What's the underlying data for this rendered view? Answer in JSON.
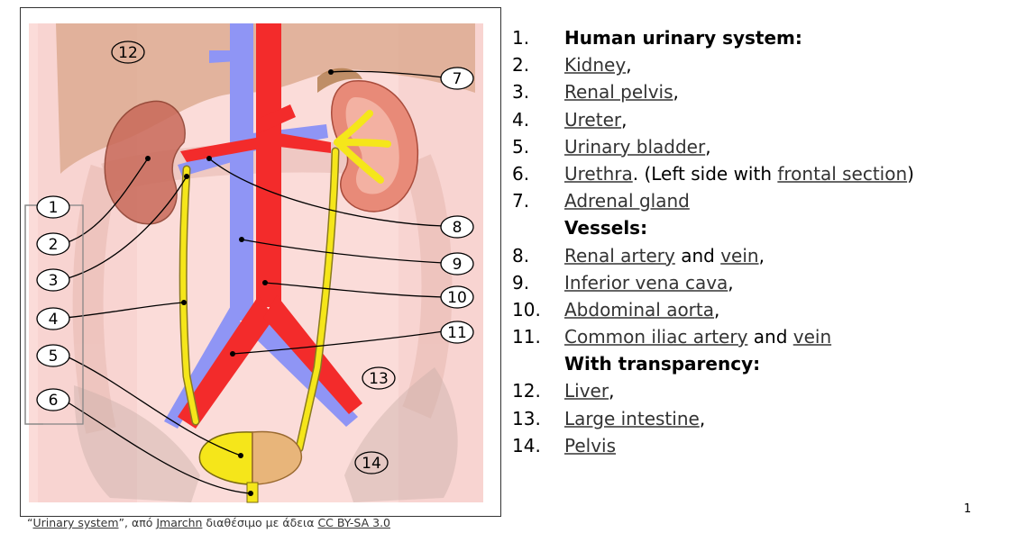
{
  "diagram": {
    "callouts": [
      "1",
      "2",
      "3",
      "4",
      "5",
      "6",
      "7",
      "8",
      "9",
      "10",
      "11",
      "12",
      "13",
      "14"
    ]
  },
  "caption": {
    "quote_open": "“",
    "title": "Urinary system",
    "quote_close_text": "”, από ",
    "author": "Jmarchn",
    "mid": " διαθέσιμο με άδεια ",
    "license": "CC BY-SA 3.0"
  },
  "legend": {
    "items": [
      {
        "num": "1.",
        "parts": [
          {
            "t": "Human urinary system:",
            "style": "bold"
          }
        ]
      },
      {
        "num": "2.",
        "parts": [
          {
            "t": "Kidney",
            "link": true
          },
          {
            "t": ","
          }
        ]
      },
      {
        "num": "3.",
        "parts": [
          {
            "t": "Renal pelvis",
            "link": true
          },
          {
            "t": ","
          }
        ]
      },
      {
        "num": "4.",
        "parts": [
          {
            "t": "Ureter",
            "link": true
          },
          {
            "t": ","
          }
        ]
      },
      {
        "num": "5.",
        "parts": [
          {
            "t": "Urinary bladder",
            "link": true
          },
          {
            "t": ","
          }
        ]
      },
      {
        "num": "6.",
        "parts": [
          {
            "t": "Urethra",
            "link": true
          },
          {
            "t": ". (Left side with "
          },
          {
            "t": "frontal section",
            "link": true
          },
          {
            "t": ")"
          }
        ]
      },
      {
        "num": "7.",
        "parts": [
          {
            "t": "Adrenal gland",
            "link": true
          }
        ]
      },
      {
        "num": "",
        "parts": [
          {
            "t": "Vessels:",
            "style": "bold"
          }
        ]
      },
      {
        "num": "8.",
        "parts": [
          {
            "t": "Renal artery",
            "link": true
          },
          {
            "t": " and "
          },
          {
            "t": "vein",
            "link": true
          },
          {
            "t": ","
          }
        ]
      },
      {
        "num": "9.",
        "parts": [
          {
            "t": "Inferior vena cava",
            "link": true
          },
          {
            "t": ","
          }
        ]
      },
      {
        "num": "10.",
        "parts": [
          {
            "t": "Abdominal aorta",
            "link": true
          },
          {
            "t": ","
          }
        ]
      },
      {
        "num": "11.",
        "parts": [
          {
            "t": "Common iliac artery",
            "link": true
          },
          {
            "t": " and "
          },
          {
            "t": "vein",
            "link": true
          }
        ]
      },
      {
        "num": "",
        "parts": [
          {
            "t": "With transparency:",
            "style": "bold"
          }
        ]
      },
      {
        "num": "12.",
        "parts": [
          {
            "t": "Liver",
            "link": true
          },
          {
            "t": ","
          }
        ]
      },
      {
        "num": "13.",
        "parts": [
          {
            "t": "Large intestine",
            "link": true
          },
          {
            "t": ","
          }
        ]
      },
      {
        "num": "14.",
        "parts": [
          {
            "t": "Pelvis",
            "link": true
          }
        ]
      }
    ]
  },
  "page_number": "1",
  "colors": {
    "artery": "#f32b2b",
    "vein": "#8f95f5",
    "ureter": "#f5e61a",
    "kidney": "#c96a5a",
    "background_tint": "#f9d3d1"
  }
}
